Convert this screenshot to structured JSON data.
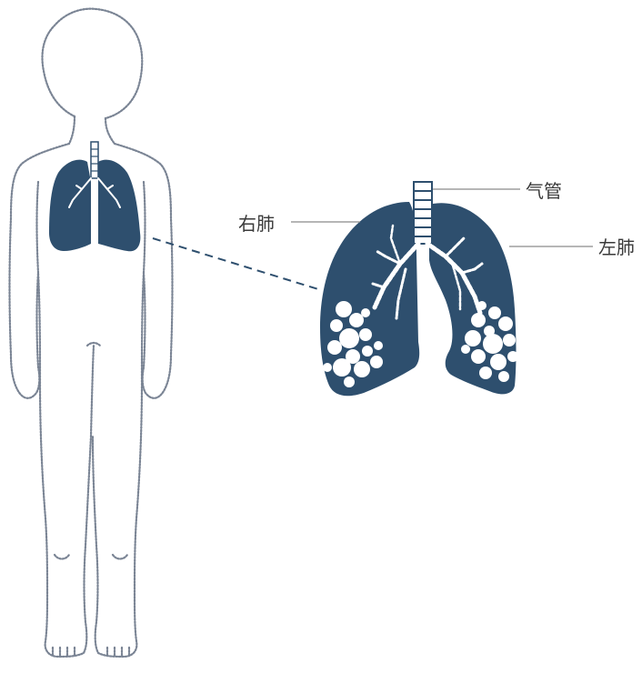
{
  "labels": {
    "trachea": "气管",
    "right_lung": "右肺",
    "left_lung": "左肺"
  },
  "colors": {
    "lung_fill": "#2e4f6e",
    "outline": "#7a8494",
    "leader_line": "#8a8a8a",
    "dashed_connector": "#2e4f6e",
    "nodule_fill": "#ffffff"
  }
}
